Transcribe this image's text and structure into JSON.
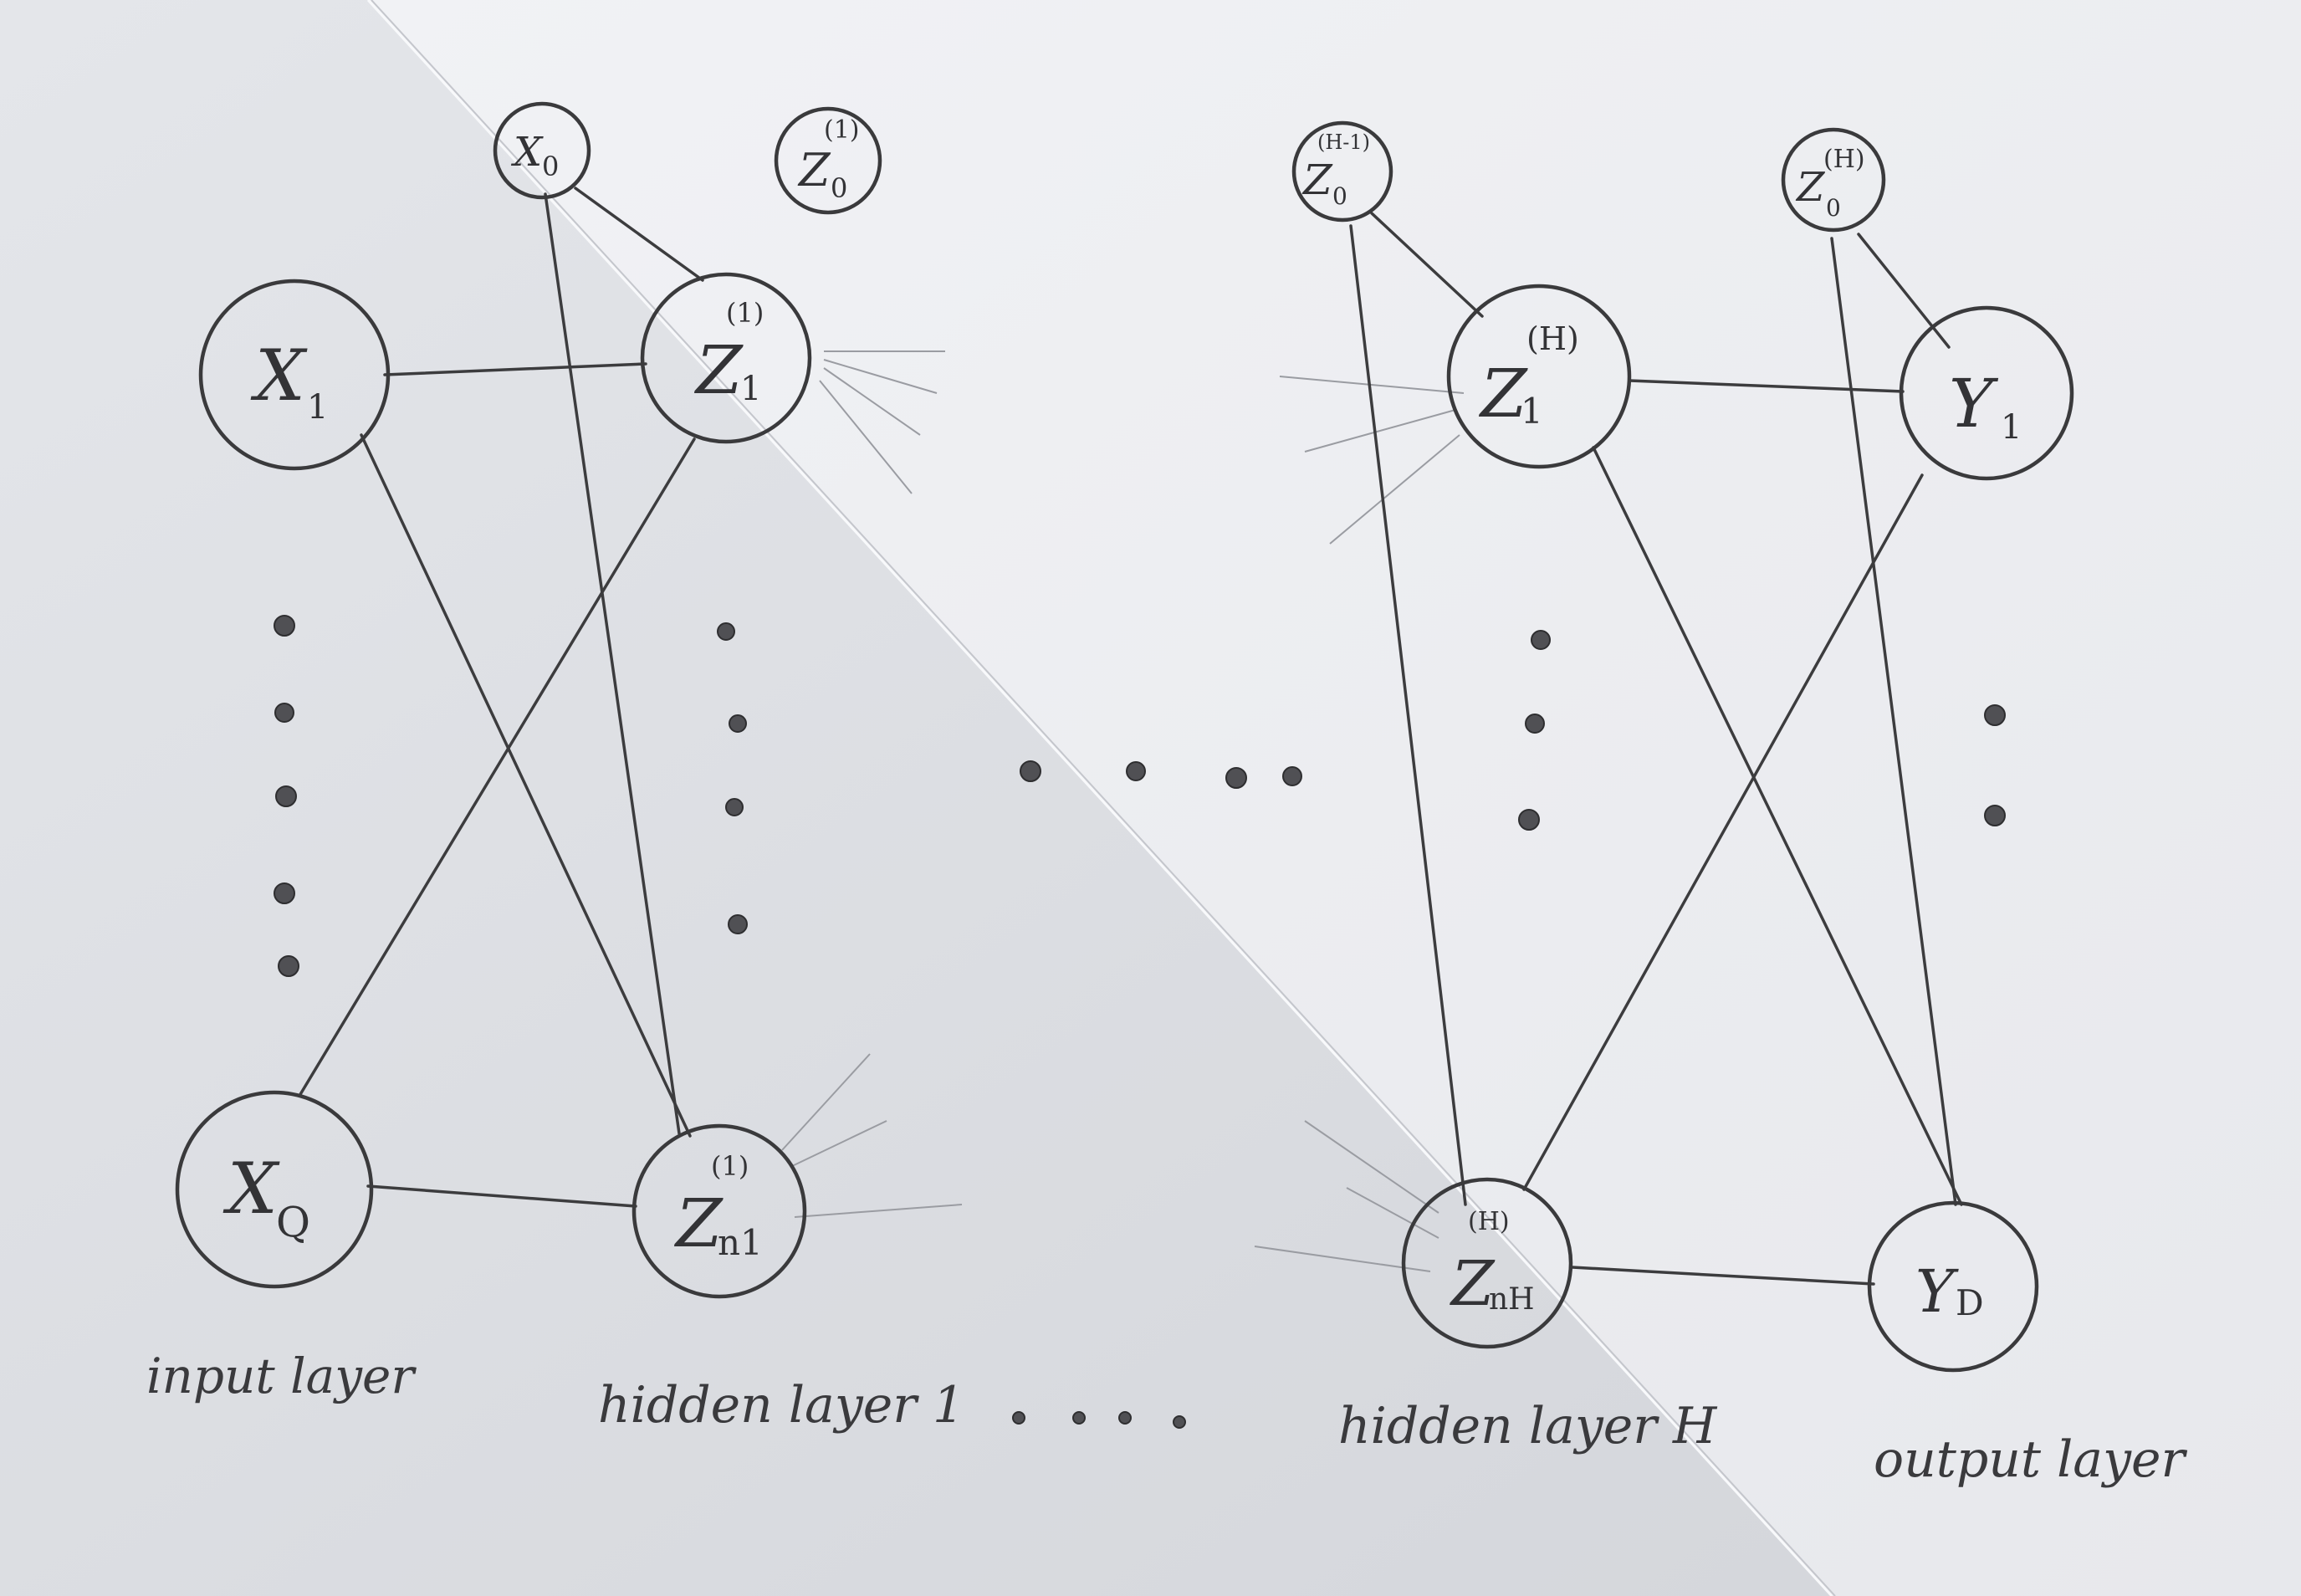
{
  "nodes": {
    "x0": {
      "main": "X",
      "sub": "0",
      "sup": ""
    },
    "z0_1": {
      "main": "Z",
      "sub": "0",
      "sup": "(1)"
    },
    "x1": {
      "main": "X",
      "sub": "1",
      "sup": ""
    },
    "z1_1": {
      "main": "Z",
      "sub": "1",
      "sup": "(1)"
    },
    "xQ": {
      "main": "X",
      "sub": "Q",
      "sup": ""
    },
    "zn1_1": {
      "main": "Z",
      "sub": "n1",
      "sup": "(1)"
    },
    "z0_Hm1": {
      "main": "Z",
      "sub": "0",
      "sup": "(H-1)"
    },
    "z0_H": {
      "main": "Z",
      "sub": "0",
      "sup": "(H)"
    },
    "z1_H": {
      "main": "Z",
      "sub": "1",
      "sup": "(H)"
    },
    "y1": {
      "main": "Y",
      "sub": "1",
      "sup": ""
    },
    "znH_H": {
      "main": "Z",
      "sub": "nH",
      "sup": "(H)"
    },
    "yD": {
      "main": "Y",
      "sub": "D",
      "sup": ""
    }
  },
  "layer_labels": {
    "input": "input layer",
    "hidden1": "hidden layer 1",
    "hiddenH": "hidden layer H",
    "output": "output layer"
  },
  "colors": {
    "paper_light": "#eef0f4",
    "paper_shadow": "#c9cbd1",
    "ink": "#3a3a3c"
  }
}
